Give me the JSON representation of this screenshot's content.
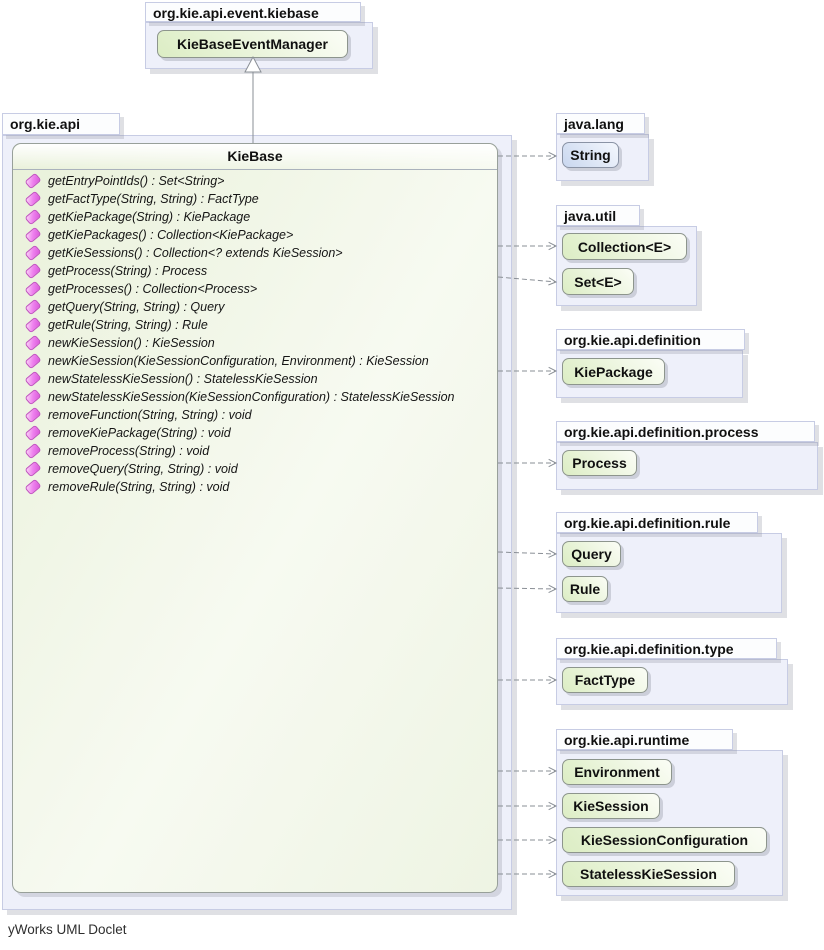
{
  "footer": "yWorks UML Doclet",
  "top_package": {
    "name": "org.kie.api.event.kiebase",
    "class_name": "KieBaseEventManager"
  },
  "main_package": {
    "name": "org.kie.api",
    "class": {
      "title": "KieBase",
      "methods": [
        "getEntryPointIds() : Set<String>",
        "getFactType(String, String) : FactType",
        "getKiePackage(String) : KiePackage",
        "getKiePackages() : Collection<KiePackage>",
        "getKieSessions() : Collection<? extends KieSession>",
        "getProcess(String) : Process",
        "getProcesses() : Collection<Process>",
        "getQuery(String, String) : Query",
        "getRule(String, String) : Rule",
        "newKieSession() : KieSession",
        "newKieSession(KieSessionConfiguration, Environment) : KieSession",
        "newStatelessKieSession() : StatelessKieSession",
        "newStatelessKieSession(KieSessionConfiguration) : StatelessKieSession",
        "removeFunction(String, String) : void",
        "removeKiePackage(String) : void",
        "removeProcess(String) : void",
        "removeQuery(String, String) : void",
        "removeRule(String, String) : void"
      ]
    }
  },
  "right_packages": [
    {
      "name": "java.lang",
      "classes": [
        {
          "label": "String",
          "variant": "blue"
        }
      ]
    },
    {
      "name": "java.util",
      "classes": [
        {
          "label": "Collection<E>"
        },
        {
          "label": "Set<E>"
        }
      ]
    },
    {
      "name": "org.kie.api.definition",
      "classes": [
        {
          "label": "KiePackage"
        }
      ]
    },
    {
      "name": "org.kie.api.definition.process",
      "classes": [
        {
          "label": "Process"
        }
      ]
    },
    {
      "name": "org.kie.api.definition.rule",
      "classes": [
        {
          "label": "Query"
        },
        {
          "label": "Rule"
        }
      ]
    },
    {
      "name": "org.kie.api.definition.type",
      "classes": [
        {
          "label": "FactType"
        }
      ]
    },
    {
      "name": "org.kie.api.runtime",
      "classes": [
        {
          "label": "Environment"
        },
        {
          "label": "KieSession"
        },
        {
          "label": "KieSessionConfiguration"
        },
        {
          "label": "StatelessKieSession"
        }
      ]
    }
  ],
  "colors": {
    "cls_green": "#dcedc4",
    "cls_blue": "#c9d7ef",
    "icon_pink": "#ee82ee",
    "pkg_fill": "#eef0fa",
    "pkg_border": "#c7cce4",
    "line_gray": "#8a8f96"
  }
}
